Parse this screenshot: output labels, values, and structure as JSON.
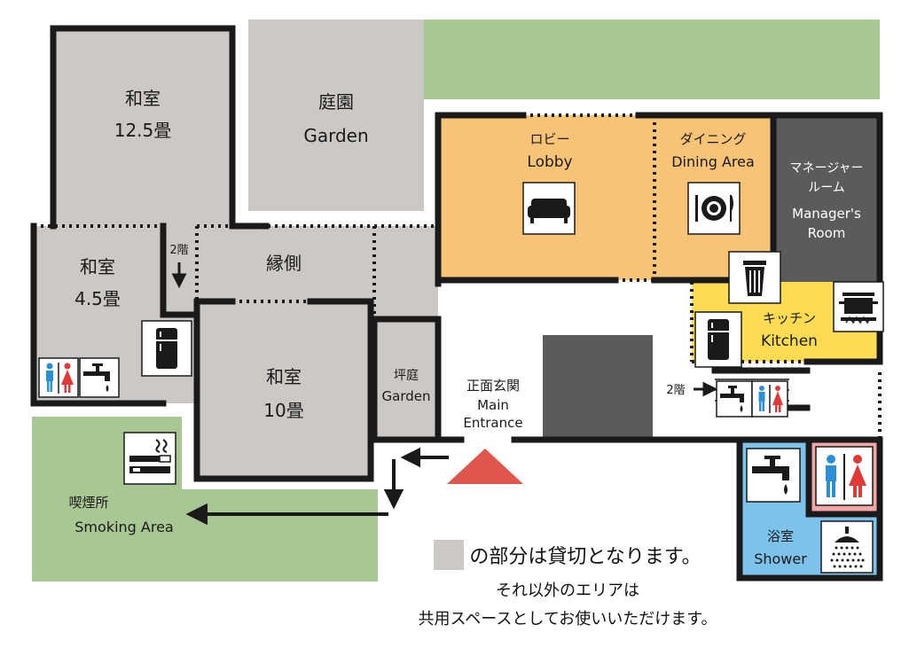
{
  "colors": {
    "rental": "#cbc8c5",
    "garden_green": "#a9c793",
    "lobby_orange": "#f7c477",
    "kitchen_yellow": "#fcdc53",
    "manager_gray": "#5b5b5b",
    "shower_blue": "#7cc2ea",
    "toilet_pink": "#f2a6a6",
    "entrance_red": "#e0564c"
  },
  "rooms": {
    "washitsu_125": {
      "name": "和室",
      "size": "12.5畳"
    },
    "garden_top": {
      "name_ja": "庭園",
      "name_en": "Garden"
    },
    "washitsu_45": {
      "name": "和室",
      "size": "4.5畳"
    },
    "engawa": {
      "name": "縁側"
    },
    "washitsu_10": {
      "name": "和室",
      "size": "10畳"
    },
    "tsuboniwa": {
      "name_ja": "坪庭",
      "name_en": "Garden"
    },
    "lobby": {
      "name_ja": "ロビー",
      "name_en": "Lobby"
    },
    "dining": {
      "name_ja": "ダイニング",
      "name_en": "Dining Area"
    },
    "manager": {
      "name_ja_1": "マネージャー",
      "name_ja_2": "ルーム",
      "name_en_1": "Manager's",
      "name_en_2": "Room"
    },
    "kitchen": {
      "name_ja": "キッチン",
      "name_en": "Kitchen"
    },
    "entrance": {
      "name_ja": "正面玄関",
      "name_en_1": "Main",
      "name_en_2": "Entrance"
    },
    "smoking": {
      "name_ja": "喫煙所",
      "name_en": "Smoking Area"
    },
    "shower": {
      "name_ja": "浴室",
      "name_en": "Shower"
    }
  },
  "stairs": {
    "left": "2階",
    "right": "2階"
  },
  "icons": {
    "sofa": "sofa-icon",
    "dining": "plate-cutlery-icon",
    "trash": "trash-can-icon",
    "pot": "cooking-pot-icon",
    "fridge": "refrigerator-icon",
    "faucet": "faucet-icon",
    "restroom": "restroom-icon",
    "smoking": "cigarette-icon",
    "shower": "shower-head-icon"
  },
  "notes": {
    "line1": "の部分は貸切となります。",
    "line2": "それ以外のエリアは",
    "line3": "共用スペースとしてお使いいただけます。"
  }
}
